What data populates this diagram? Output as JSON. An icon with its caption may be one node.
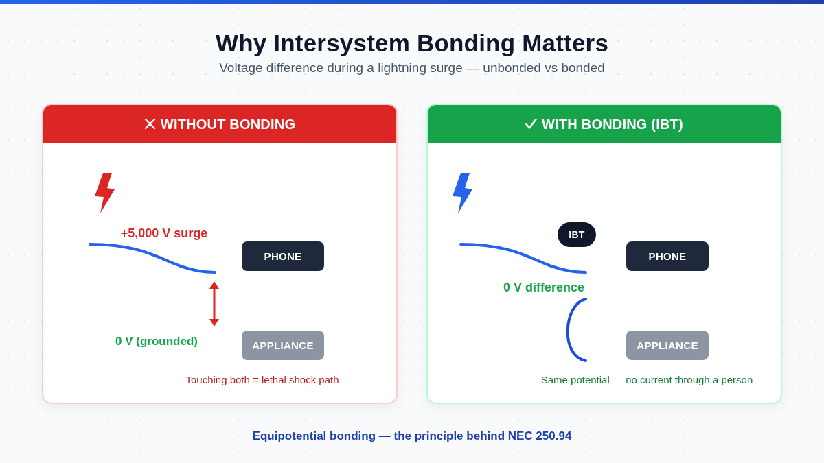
{
  "diagram": {
    "title": "Why Intersystem Bonding Matters",
    "caption": "Equipotential bonding — the principle behind NEC 250.94",
    "nodes": [
      {
        "text": [
          "WITHOUT BONDING"
        ]
      },
      {
        "text": [
          "PHONE"
        ],
        "in": 0
      },
      {
        "text": [
          "APPLIANCE"
        ],
        "in": 0
      },
      {
        "text": [
          "WITH BONDING (IBT)"
        ]
      },
      {
        "text": [
          "IBT"
        ],
        "in": 3
      },
      {
        "text": [
          "PHONE"
        ],
        "in": 3
      },
      {
        "text": [
          "APPLIANCE"
        ],
        "in": 3
      }
    ],
    "labels": [
      "Voltage difference during a lightning surge — unbonded vs bonded",
      "+5,000 V surge",
      "0 V (grounded)",
      "Touching both = lethal shock path",
      "0 V difference",
      "Same potential — no current through a person"
    ]
  }
}
